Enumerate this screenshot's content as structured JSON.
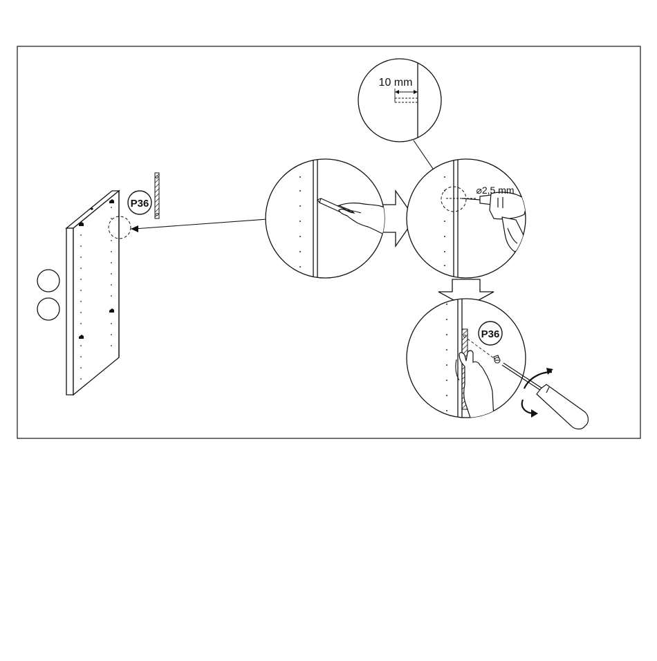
{
  "labels": {
    "part_code": "P36",
    "spacing": "10 mm",
    "drill_size": "⌀2,5 mm"
  },
  "colors": {
    "ink": "#111111",
    "paper": "#ffffff",
    "hatch": "#222222"
  }
}
